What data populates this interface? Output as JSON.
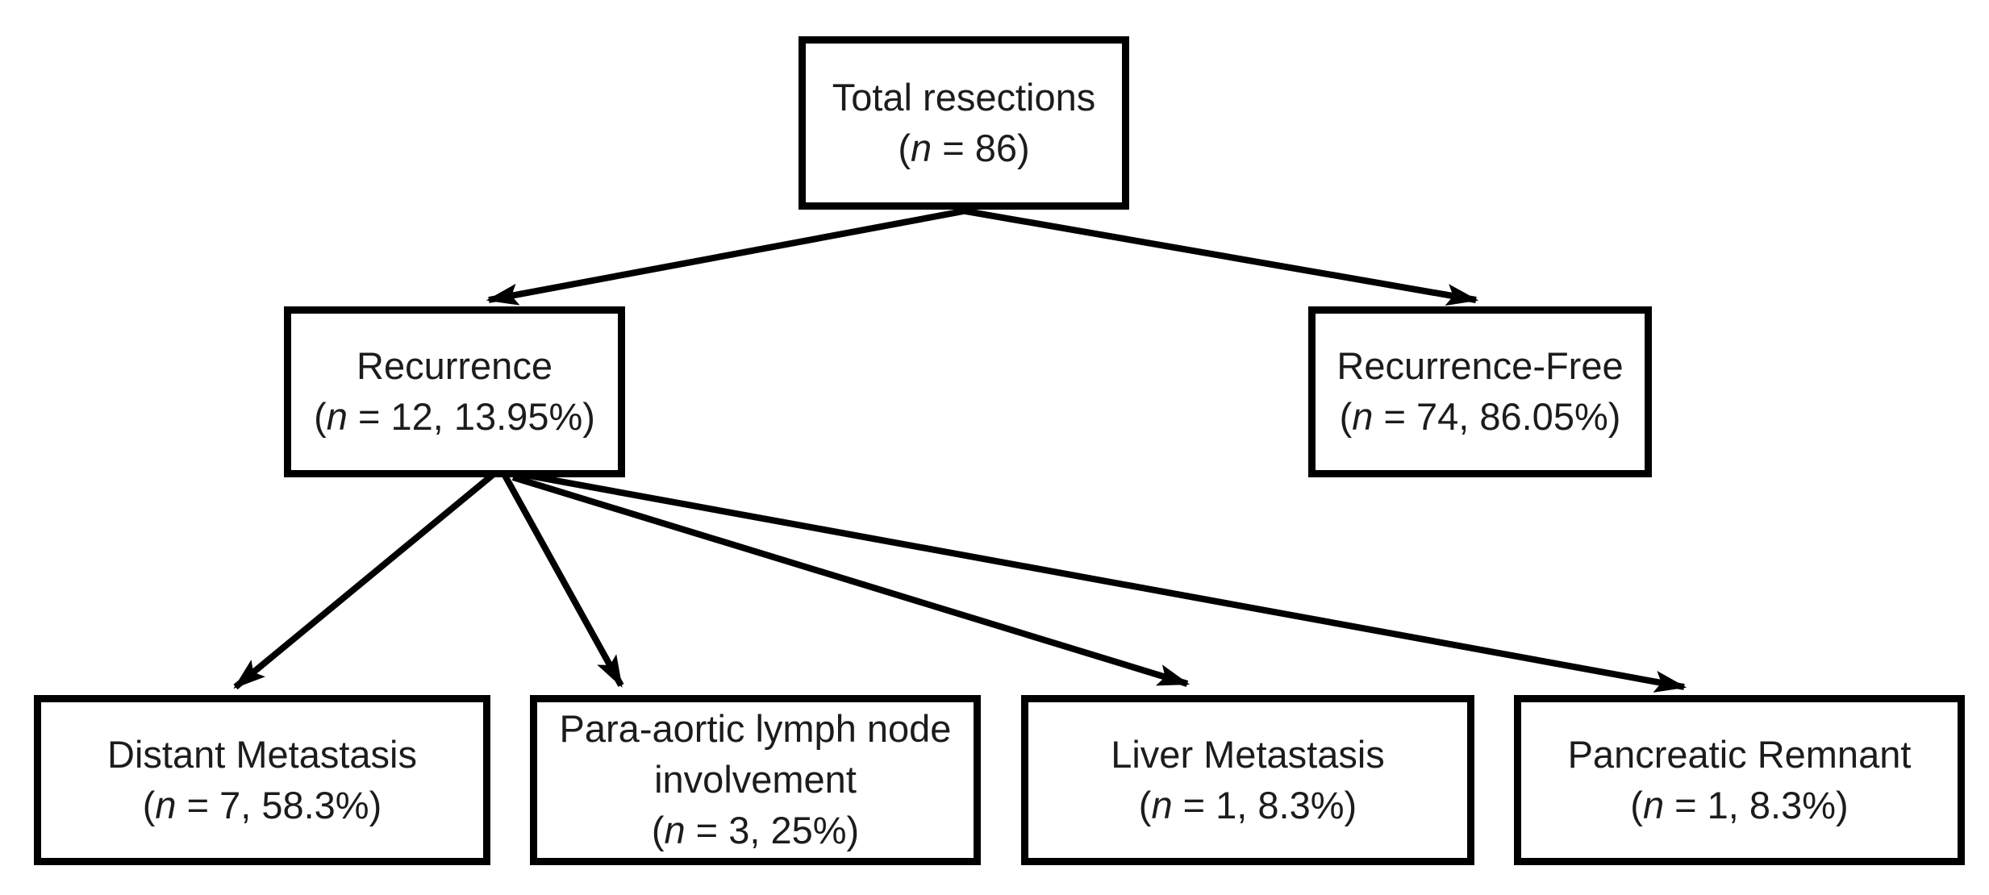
{
  "diagram": {
    "background_color": "#ffffff",
    "box_border_color": "#000000",
    "arrow_color": "#000000",
    "text_color": "#1c1c1c",
    "nodes": {
      "total": {
        "label": "Total resections",
        "count_open": "(",
        "count_var": "n",
        "count_rest": " = 86)"
      },
      "recurrence": {
        "label": "Recurrence",
        "count_open": "(",
        "count_var": "n",
        "count_rest": " = 12, 13.95%)"
      },
      "recurrence_free": {
        "label": "Recurrence-Free",
        "count_open": "(",
        "count_var": "n",
        "count_rest": " = 74, 86.05%)"
      },
      "distant": {
        "label": "Distant Metastasis",
        "count_open": "(",
        "count_var": "n",
        "count_rest": " = 7, 58.3%)"
      },
      "para_aortic": {
        "label": "Para-aortic lymph node involvement",
        "count_open": "(",
        "count_var": "n",
        "count_rest": " = 3, 25%)"
      },
      "liver": {
        "label": "Liver Metastasis",
        "count_open": "(",
        "count_var": "n",
        "count_rest": " = 1, 8.3%)"
      },
      "pancreatic": {
        "label": "Pancreatic Remnant",
        "count_open": "(",
        "count_var": "n",
        "count_rest": " = 1, 8.3%)"
      }
    },
    "edges": [
      {
        "from": "total",
        "to": "recurrence"
      },
      {
        "from": "total",
        "to": "recurrence_free"
      },
      {
        "from": "recurrence",
        "to": "distant"
      },
      {
        "from": "recurrence",
        "to": "para_aortic"
      },
      {
        "from": "recurrence",
        "to": "liver"
      },
      {
        "from": "recurrence",
        "to": "pancreatic"
      }
    ]
  }
}
